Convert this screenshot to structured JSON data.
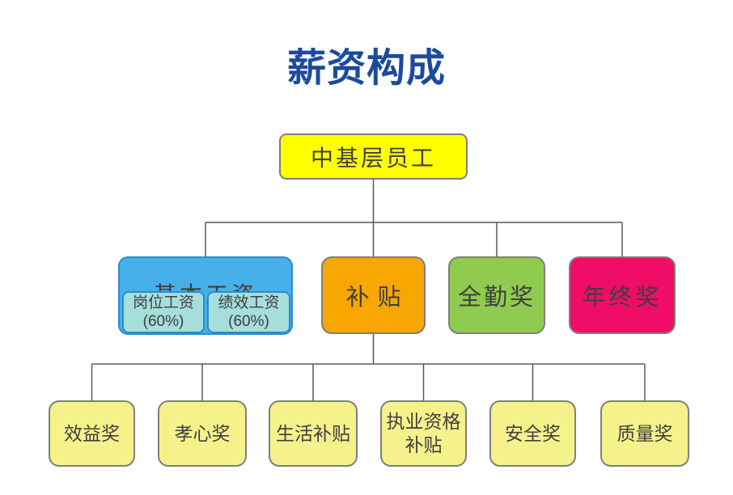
{
  "title": "薪资构成",
  "palette": {
    "title_color": "#1c4b9d",
    "node_text_color": "#3f3f3f",
    "connector_color": "#595959",
    "root_fill": "#ffff00",
    "basic_fill": "#47afe9",
    "basic_sub_fill": "#a5dedb",
    "basic_border": "#2a8ccf",
    "subsidy_fill": "#f8a702",
    "attendance_fill": "#8fcb4e",
    "yearend_fill": "#ef0d67",
    "bonus_fill": "#f6f28b",
    "gray_border": "#7f7f7f"
  },
  "root": {
    "label": "中基层员工"
  },
  "level2": {
    "basic": {
      "label": "基本工资",
      "children": [
        {
          "label": "岗位工资",
          "percent": "(60%)"
        },
        {
          "label": "绩效工资",
          "percent": "(60%)"
        }
      ]
    },
    "subsidy": {
      "label": "补贴"
    },
    "attendance": {
      "label": "全勤奖"
    },
    "yearend": {
      "label": "年终奖"
    }
  },
  "level3": [
    {
      "label": "效益奖"
    },
    {
      "label": "孝心奖"
    },
    {
      "label": "生活补贴"
    },
    {
      "label": "执业资格\n补贴"
    },
    {
      "label": "安全奖"
    },
    {
      "label": "质量奖"
    }
  ]
}
